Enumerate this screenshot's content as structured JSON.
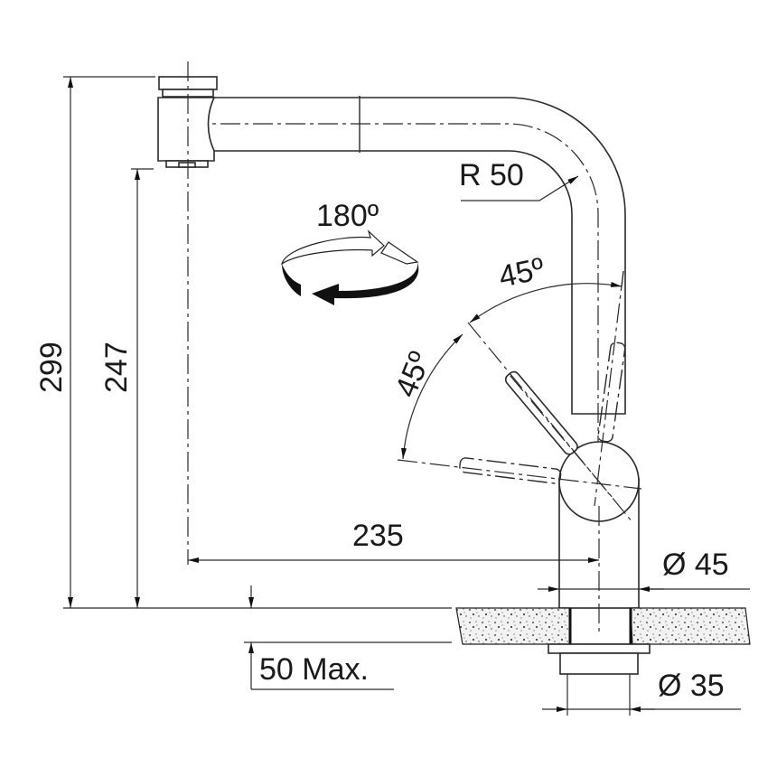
{
  "diagram": {
    "dimensions": {
      "total_height": "299",
      "spout_height": "247",
      "reach": "235",
      "bend_radius": "R 50",
      "rotation": "180º",
      "lever_angle_1": "45º",
      "lever_angle_2": "45º",
      "body_diameter": "Ø 45",
      "thread_diameter": "Ø 35",
      "max_counter_thickness": "50 Max."
    },
    "colors": {
      "line": "#2a2a2a",
      "fill": "#ffffff"
    }
  }
}
